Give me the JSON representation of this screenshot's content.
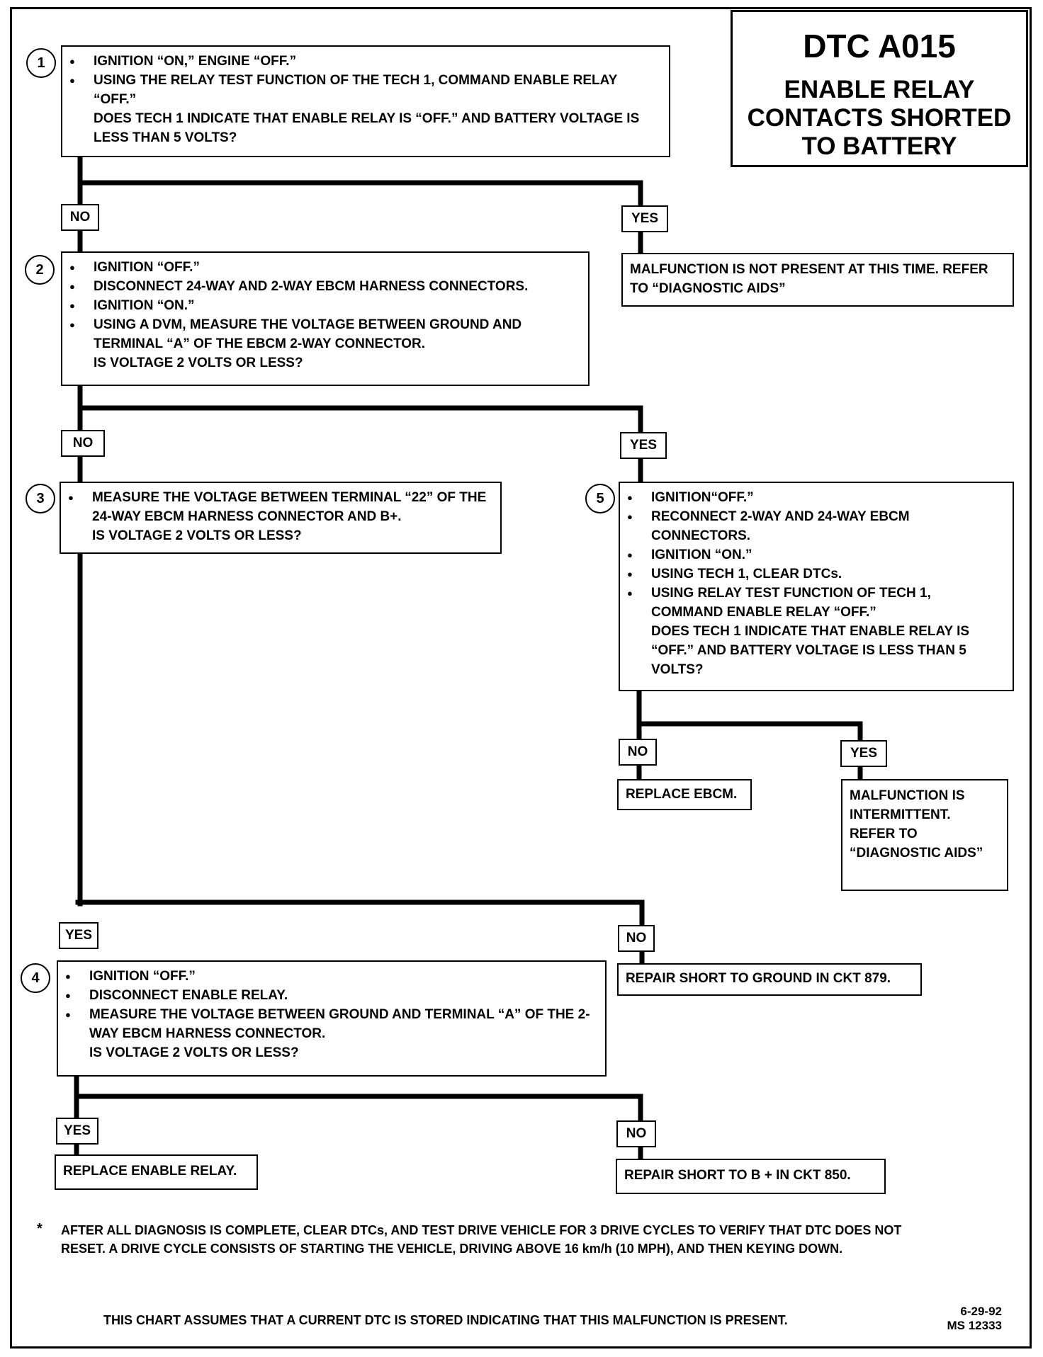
{
  "title": {
    "code": "DTC A015",
    "subtitle": [
      "ENABLE RELAY",
      "CONTACTS SHORTED",
      "TO BATTERY"
    ]
  },
  "steps": [
    {
      "number": "1",
      "bullets": [
        "IGNITION “ON,” ENGINE “OFF.”",
        "USING THE RELAY TEST FUNCTION OF THE TECH 1, COMMAND ENABLE RELAY “OFF.”"
      ],
      "question": "DOES TECH 1 INDICATE THAT ENABLE RELAY IS “OFF.” AND BATTERY VOLTAGE IS LESS THAN 5 VOLTS?"
    },
    {
      "number": "2",
      "bullets": [
        "IGNITION “OFF.”",
        "DISCONNECT 24-WAY AND 2-WAY EBCM HARNESS CONNECTORS.",
        "IGNITION “ON.”",
        "USING A DVM, MEASURE THE VOLTAGE BETWEEN GROUND AND TERMINAL “A” OF THE EBCM 2-WAY CONNECTOR."
      ],
      "question": "IS VOLTAGE 2 VOLTS OR LESS?"
    },
    {
      "number": "3",
      "bullets": [
        "MEASURE THE VOLTAGE BETWEEN TERMINAL “22” OF THE 24-WAY EBCM HARNESS CONNECTOR AND B+."
      ],
      "question": "IS VOLTAGE 2 VOLTS OR LESS?"
    },
    {
      "number": "4",
      "bullets": [
        "IGNITION “OFF.”",
        "DISCONNECT ENABLE RELAY.",
        "MEASURE THE VOLTAGE BETWEEN GROUND AND TERMINAL “A” OF THE 2-WAY EBCM HARNESS CONNECTOR."
      ],
      "question": "IS VOLTAGE 2 VOLTS OR LESS?"
    },
    {
      "number": "5",
      "bullets": [
        "IGNITION“OFF.”",
        "RECONNECT 2-WAY AND 24-WAY EBCM CONNECTORS.",
        "IGNITION “ON.”",
        "USING TECH 1, CLEAR DTCs.",
        "USING RELAY TEST FUNCTION OF TECH 1, COMMAND ENABLE RELAY “OFF.”"
      ],
      "question": "DOES TECH 1 INDICATE THAT ENABLE RELAY IS “OFF.” AND BATTERY VOLTAGE IS LESS THAN 5 VOLTS?"
    }
  ],
  "results": {
    "not_present": "MALFUNCTION IS NOT PRESENT AT THIS TIME. REFER TO “DIAGNOSTIC AIDS”",
    "replace_ebcm": "REPLACE EBCM.",
    "intermittent": "MALFUNCTION IS INTERMITTENT. REFER TO “DIAGNOSTIC AIDS”",
    "repair_ground": "REPAIR SHORT TO GROUND IN CKT 879.",
    "replace_relay": "REPLACE ENABLE RELAY.",
    "repair_b_plus": "REPAIR SHORT TO B + IN CKT 850."
  },
  "labels": {
    "yes": "YES",
    "no": "NO"
  },
  "note": {
    "marker": "*",
    "text": "AFTER ALL DIAGNOSIS IS COMPLETE, CLEAR DTCs, AND TEST DRIVE VEHICLE FOR 3 DRIVE CYCLES TO VERIFY THAT DTC DOES NOT RESET. A DRIVE CYCLE CONSISTS OF STARTING THE VEHICLE, DRIVING ABOVE 16 km/h (10 MPH), AND THEN KEYING DOWN."
  },
  "footer": "THIS CHART ASSUMES THAT A CURRENT DTC IS STORED INDICATING THAT THIS MALFUNCTION IS PRESENT.",
  "reference": {
    "date": "6-29-92",
    "code": "MS 12333"
  }
}
